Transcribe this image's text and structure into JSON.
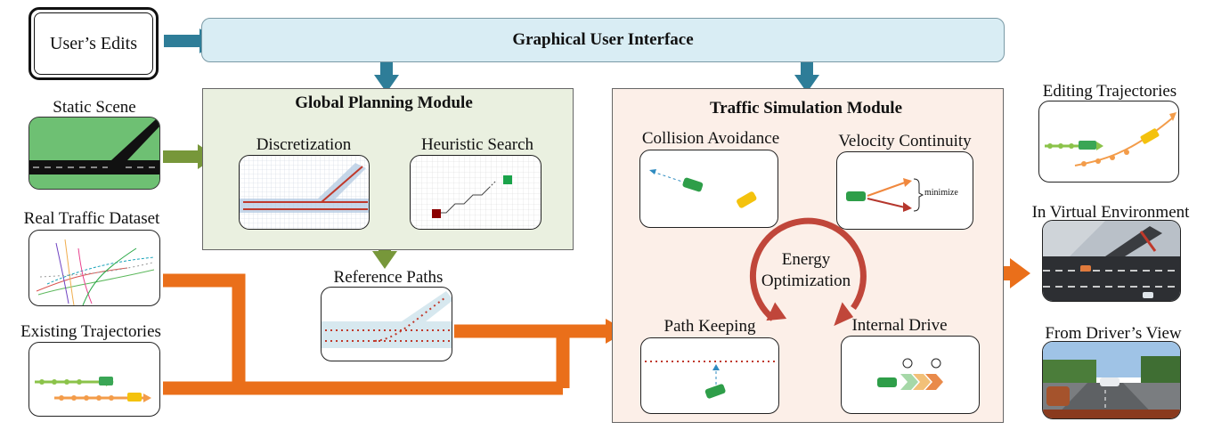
{
  "inputs": {
    "user_edits": "User’s Edits",
    "static_scene": "Static Scene",
    "real_traffic_dataset": "Real Traffic Dataset",
    "existing_trajectories": "Existing Trajectories"
  },
  "gui": {
    "title": "Graphical User Interface"
  },
  "global_planning": {
    "title": "Global Planning Module",
    "discretization": "Discretization",
    "heuristic_search": "Heuristic Search"
  },
  "reference_paths": "Reference Paths",
  "traffic_simulation": {
    "title": "Traffic Simulation Module",
    "collision_avoidance": "Collision Avoidance",
    "velocity_continuity": "Velocity Continuity",
    "minimize": "minimize",
    "energy_line1": "Energy",
    "energy_line2": "Optimization",
    "path_keeping": "Path Keeping",
    "internal_drive": "Internal Drive"
  },
  "outputs": {
    "editing_trajectories": "Editing Trajectories",
    "virtual_environment": "In Virtual Environment",
    "driver_view": "From Driver’s View"
  },
  "colors": {
    "teal_arrow": "#2e7d98",
    "green_arrow": "#77973a",
    "orange_flow": "#ea6f1a",
    "gui_fill": "#d9edf4",
    "planning_fill": "#eaf0e0",
    "simulation_fill": "#fcefe8",
    "energy_arrow": "#c0463a"
  }
}
